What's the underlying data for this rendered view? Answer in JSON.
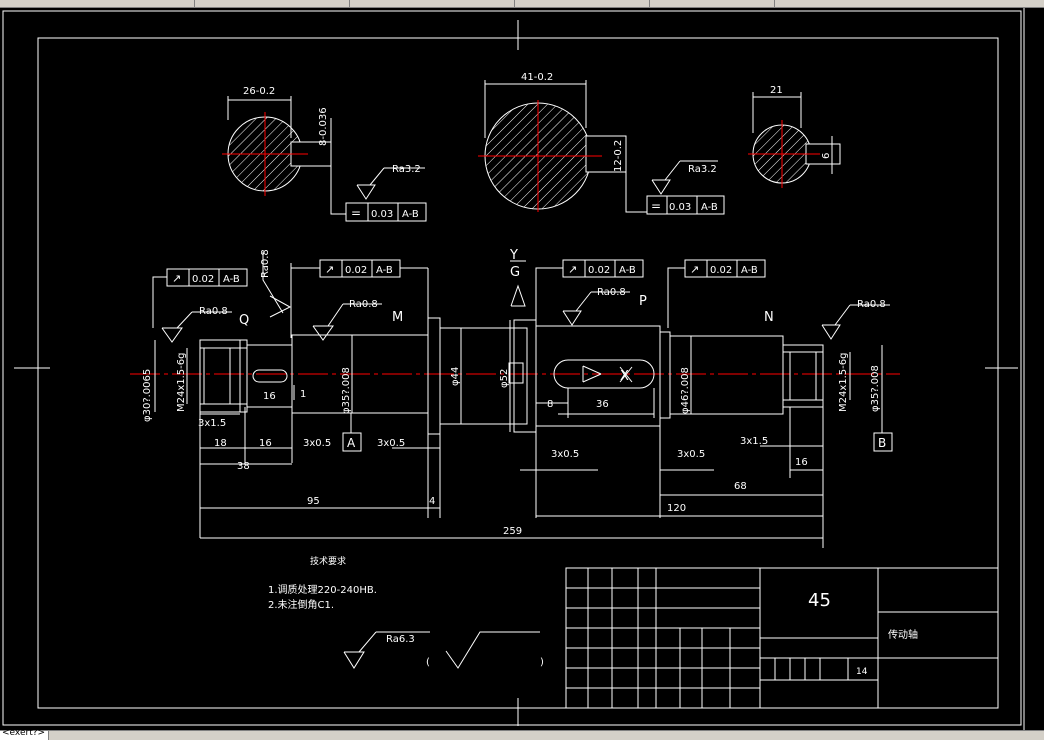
{
  "command_line": {
    "text": "<exert?>"
  },
  "colors": {
    "background": "#000000",
    "lines": "#ffffff",
    "centerline": "#ff0000",
    "hatch": "#ffffff"
  },
  "drawing": {
    "sections": {
      "left": {
        "width": "26-0.2",
        "depth": "8-0.036",
        "roughness": "Ra3.2",
        "tol_symbol": "=",
        "tol_value": "0.03",
        "tol_datum": "A-B"
      },
      "middle": {
        "width": "41-0.2",
        "depth": "12-0.2",
        "roughness": "Ra3.2",
        "tol_symbol": "=",
        "tol_value": "0.03",
        "tol_datum": "A-B"
      },
      "right": {
        "width": "21",
        "depth": "6"
      }
    },
    "runout_frames": [
      {
        "symbol": "↗",
        "value": "0.02",
        "datum": "A-B"
      },
      {
        "symbol": "↗",
        "value": "0.02",
        "datum": "A-B"
      },
      {
        "symbol": "↗",
        "value": "0.02",
        "datum": "A-B"
      },
      {
        "symbol": "↗",
        "value": "0.02",
        "datum": "A-B"
      }
    ],
    "roughness_labels": [
      "Ra0.8",
      "Ra0.8",
      "Ra0.8",
      "Ra0.8",
      "Ra0.8"
    ],
    "letters": {
      "q": "Q",
      "m": "M",
      "g": "G",
      "y": "Y",
      "p": "P",
      "n": "N",
      "x": "X",
      "datum_a": "A",
      "datum_b": "B"
    },
    "diameters": {
      "d30": "φ30?.0065",
      "m24_left": "M24x1.5-6g",
      "d35_left": "φ35?.008",
      "d44": "φ44",
      "d52": "φ52",
      "d46": "φ46?.008",
      "m24_right": "M24x1.5-6g",
      "d35_right": "φ35?.008"
    },
    "dimensions": {
      "keyway_left": "16",
      "one": "1",
      "chamfer_3x15_l": "3x1.5",
      "d18": "18",
      "d16": "16",
      "d38": "38",
      "c3x05_a": "3x0.5",
      "c3x05_b": "3x0.5",
      "d95": "95",
      "d4": "4",
      "d8": "8",
      "d36": "36",
      "c3x05_c": "3x0.5",
      "c3x05_d": "3x0.5",
      "c3x15_r": "3x1.5",
      "d16_r": "16",
      "d68": "68",
      "d120": "120",
      "d259": "259"
    },
    "notes": {
      "title": "技术要求",
      "line1": "1.调质处理220-240HB.",
      "line2": "2.未注倒角C1."
    },
    "roughness_global": {
      "value": "Ra6.3",
      "paren_open": "(",
      "paren_close": ")"
    },
    "title_block": {
      "material": "45",
      "part_name": "传动轴",
      "sheet": "14"
    }
  }
}
